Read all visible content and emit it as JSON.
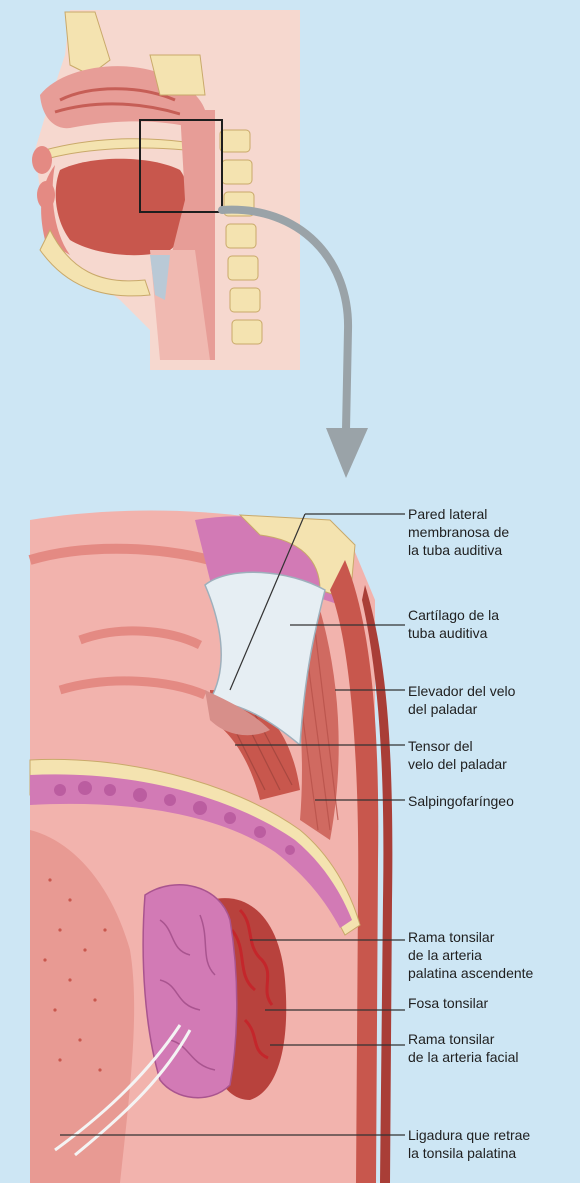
{
  "colors": {
    "background": "#cde6f4",
    "tissue_light": "#f2b3ad",
    "tissue_mid": "#e48a83",
    "muscle": "#c8574d",
    "mucosa_purple": "#d27ab5",
    "cartilage": "#e6eef3",
    "bone": "#f4e3b0",
    "artery": "#c4262b",
    "arrow": "#9aa3a8"
  },
  "labels": [
    {
      "id": "pared-lateral",
      "lines": [
        "Pared lateral",
        "membranosa de",
        "la tuba auditiva"
      ]
    },
    {
      "id": "cartilago",
      "lines": [
        "Cartílago de la",
        "tuba auditiva"
      ]
    },
    {
      "id": "elevador",
      "lines": [
        "Elevador del velo",
        "del paladar"
      ]
    },
    {
      "id": "tensor",
      "lines": [
        "Tensor del",
        "velo del paladar"
      ]
    },
    {
      "id": "salpingofaringeo",
      "lines": [
        "Salpingofaríngeo"
      ]
    },
    {
      "id": "rama-tonsilar-palatina",
      "lines": [
        "Rama tonsilar",
        "de la arteria",
        "palatina ascendente"
      ]
    },
    {
      "id": "fosa-tonsilar",
      "lines": [
        "Fosa tonsilar"
      ]
    },
    {
      "id": "rama-tonsilar-facial",
      "lines": [
        "Rama tonsilar",
        "de la arteria facial"
      ]
    },
    {
      "id": "ligadura",
      "lines": [
        "Ligadura que retrae",
        "la tonsila palatina"
      ]
    }
  ]
}
